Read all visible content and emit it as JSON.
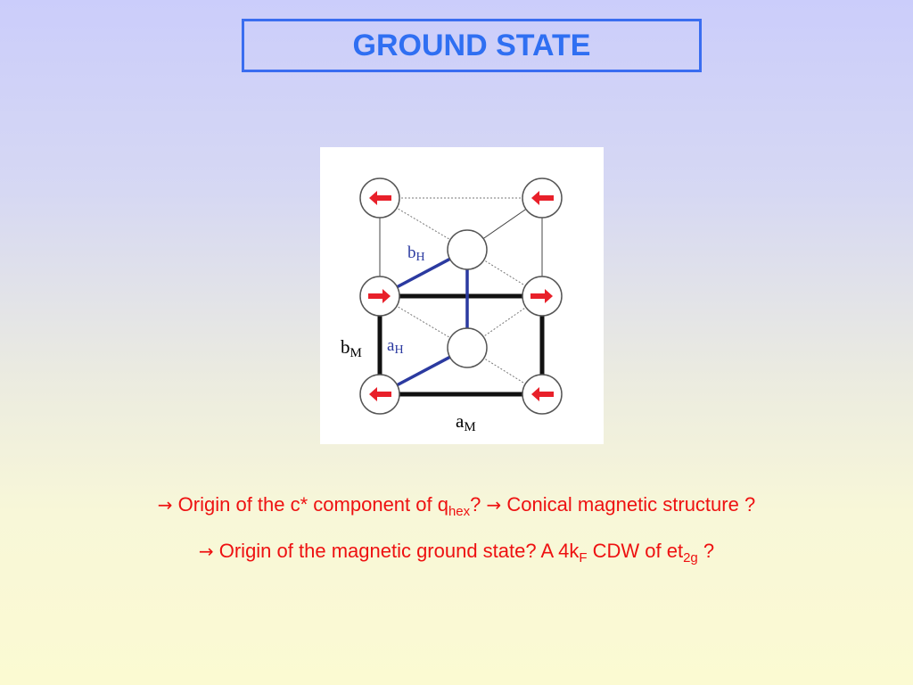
{
  "title": "GROUND STATE",
  "diagram": {
    "labels": {
      "b_H": "b",
      "b_H_sub": "H",
      "a_H": "a",
      "a_H_sub": "H",
      "b_M": "b",
      "b_M_sub": "M",
      "a_M": "a",
      "a_M_sub": "M"
    },
    "colors": {
      "spin_arrow": "#e8202a",
      "hex_bond": "#2b3aa0",
      "magnetic_cell_edge": "#111111"
    },
    "spin_directions": {
      "top_row": "left",
      "middle_row": "right",
      "bottom_row": "left"
    }
  },
  "bullets": [
    {
      "arrow1": "→",
      "part1": " Origin of the c* component of q",
      "sub1": "hex",
      "part2": "? ",
      "arrow2": "→",
      "part3": " Conical magnetic structure ?"
    },
    {
      "arrow1": "→",
      "part1": " Origin of the magnetic ground state? A 4k",
      "sub1": "F",
      "part2": " CDW of et",
      "sub2": "2g",
      "part3": " ?"
    }
  ],
  "colors": {
    "title": "#2f6ff2",
    "title_border": "#3a6df0",
    "bullet_text": "#ee1111"
  }
}
